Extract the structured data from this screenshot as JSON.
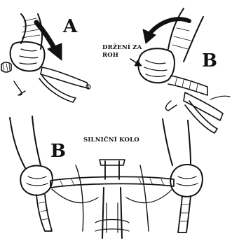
{
  "labels": {
    "panel_a": "A",
    "panel_b_top": "B",
    "panel_b_bottom": "B"
  },
  "captions": {
    "grip_line1": "DRŽENÍ ZA",
    "grip_line2": "ROH",
    "road_bike": "SILNIČNÍ KOLO"
  },
  "colors": {
    "ink": "#111111",
    "paper": "#ffffff"
  }
}
